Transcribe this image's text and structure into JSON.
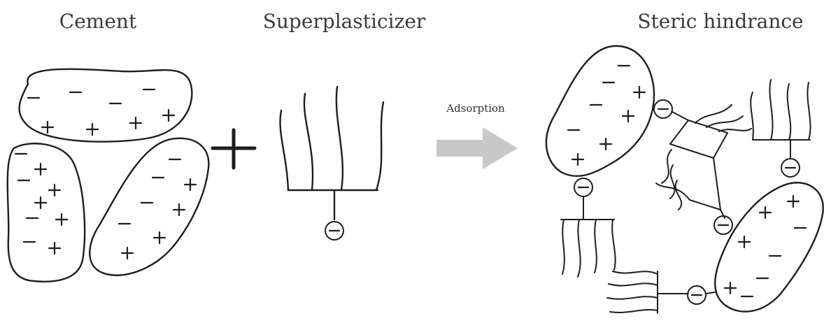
{
  "labels": {
    "cement": "Cement",
    "superplasticizer": "Superplasticizer",
    "steric": "Steric hindrance",
    "adsorption": "Adsorption"
  },
  "colors": {
    "line": "#1e1e1e",
    "arrow": "#c8c8c8",
    "text": "#3a3a3a"
  }
}
